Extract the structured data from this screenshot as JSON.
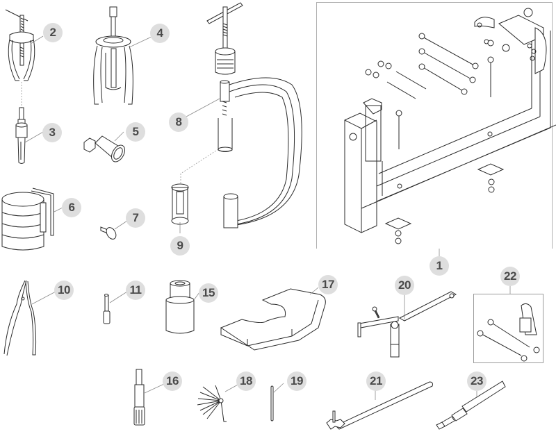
{
  "diagram": {
    "type": "exploded tool kit parts diagram",
    "callout_color": "#dedede",
    "callout_text_color": "#4a4a4a",
    "parts": [
      {
        "id": "1",
        "label": "1",
        "depicts": "engine stand frame with bolts, washers, nuts and mounting plate"
      },
      {
        "id": "2",
        "label": "2",
        "depicts": "three-jaw puller"
      },
      {
        "id": "3",
        "label": "3",
        "depicts": "slide hammer adapter"
      },
      {
        "id": "4",
        "label": "4",
        "depicts": "three-leg bearing puller"
      },
      {
        "id": "5",
        "label": "5",
        "depicts": "threaded puller adapter"
      },
      {
        "id": "6",
        "label": "6",
        "depicts": "piston ring compressor with hex key"
      },
      {
        "id": "7",
        "label": "7",
        "depicts": "pin / pad"
      },
      {
        "id": "8",
        "label": "8",
        "depicts": "valve spring compressor C-clamp"
      },
      {
        "id": "9",
        "label": "9",
        "depicts": "valve spring compressor adapter"
      },
      {
        "id": "10",
        "label": "10",
        "depicts": "circlip pliers"
      },
      {
        "id": "11",
        "label": "11",
        "depicts": "drift pin"
      },
      {
        "id": "15",
        "label": "15",
        "depicts": "socket"
      },
      {
        "id": "16",
        "label": "16",
        "depicts": "socket driver tool"
      },
      {
        "id": "17",
        "label": "17",
        "depicts": "crankcase support plate"
      },
      {
        "id": "18",
        "label": "18",
        "depicts": "feeler gauge set"
      },
      {
        "id": "19",
        "label": "19",
        "depicts": "pin"
      },
      {
        "id": "20",
        "label": "20",
        "depicts": "holding tool wrench"
      },
      {
        "id": "21",
        "label": "21",
        "depicts": "pin spanner"
      },
      {
        "id": "22",
        "label": "22",
        "depicts": "bracket with rods and nuts"
      },
      {
        "id": "23",
        "label": "23",
        "depicts": "drift / installer"
      }
    ]
  }
}
